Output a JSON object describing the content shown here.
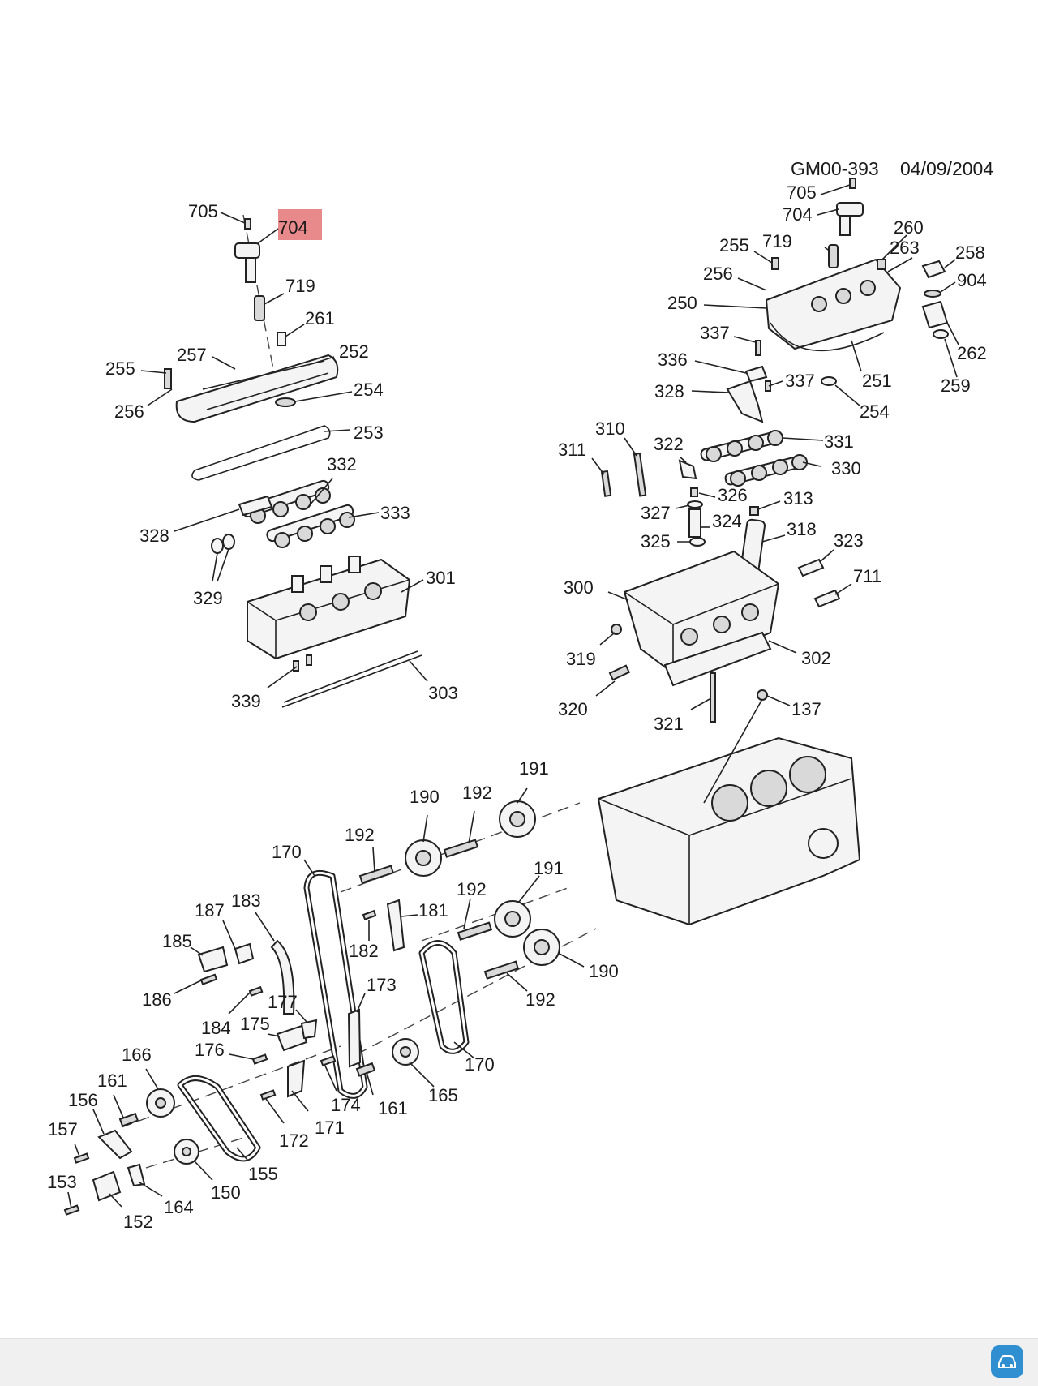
{
  "header": {
    "code": "GM00-393",
    "date": "04/09/2004"
  },
  "highlight_label": "704",
  "logo_text": "",
  "labels": {
    "l705a": "705",
    "l719a": "719",
    "l261": "261",
    "l257": "257",
    "l252": "252",
    "l255a": "255",
    "l254a": "254",
    "l256a": "256",
    "l253": "253",
    "l332": "332",
    "l333": "333",
    "l328a": "328",
    "l329": "329",
    "l301": "301",
    "l339": "339",
    "l303": "303",
    "l705b": "705",
    "l704b": "704",
    "l255b": "255",
    "l719b": "719",
    "l260": "260",
    "l263": "263",
    "l258": "258",
    "l256b": "256",
    "l904": "904",
    "l250": "250",
    "l337a": "337",
    "l262": "262",
    "l336": "336",
    "l251": "251",
    "l259": "259",
    "l328b": "328",
    "l337b": "337",
    "l254b": "254",
    "l310": "310",
    "l311": "311",
    "l322": "322",
    "l331": "331",
    "l330": "330",
    "l326": "326",
    "l313": "313",
    "l327": "327",
    "l324": "324",
    "l325": "325",
    "l318": "318",
    "l323": "323",
    "l300": "300",
    "l711": "711",
    "l319": "319",
    "l302": "302",
    "l320": "320",
    "l321": "321",
    "l137": "137",
    "l191a": "191",
    "l190a": "190",
    "l192a": "192",
    "l192b": "192",
    "l170a": "170",
    "l187": "187",
    "l183": "183",
    "l192c": "192",
    "l181": "181",
    "l191b": "191",
    "l185": "185",
    "l182": "182",
    "l190b": "190",
    "l186": "186",
    "l173": "173",
    "l192d": "192",
    "l177": "177",
    "l184": "184",
    "l175": "175",
    "l176": "176",
    "l170b": "170",
    "l166": "166",
    "l161a": "161",
    "l174": "174",
    "l161b": "161",
    "l165": "165",
    "l156": "156",
    "l171": "171",
    "l172": "172",
    "l157": "157",
    "l155": "155",
    "l153": "153",
    "l150": "150",
    "l164": "164",
    "l152": "152"
  }
}
